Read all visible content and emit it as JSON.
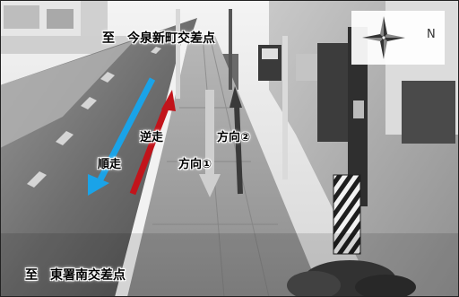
{
  "labels": {
    "top_destination": "至　今泉新町交差点",
    "bottom_destination": "至　東署南交差点",
    "wrong_way": "逆走",
    "correct_way": "順走",
    "direction_1": "方向①",
    "direction_2": "方向②"
  },
  "compass": {
    "north_letter": "N"
  },
  "colors": {
    "correct_way_arrow": "#1aa3e8",
    "wrong_way_arrow": "#c2141b",
    "direction_1_arrow": "#cfcfcf",
    "direction_2_arrow": "#3a3a3a"
  }
}
